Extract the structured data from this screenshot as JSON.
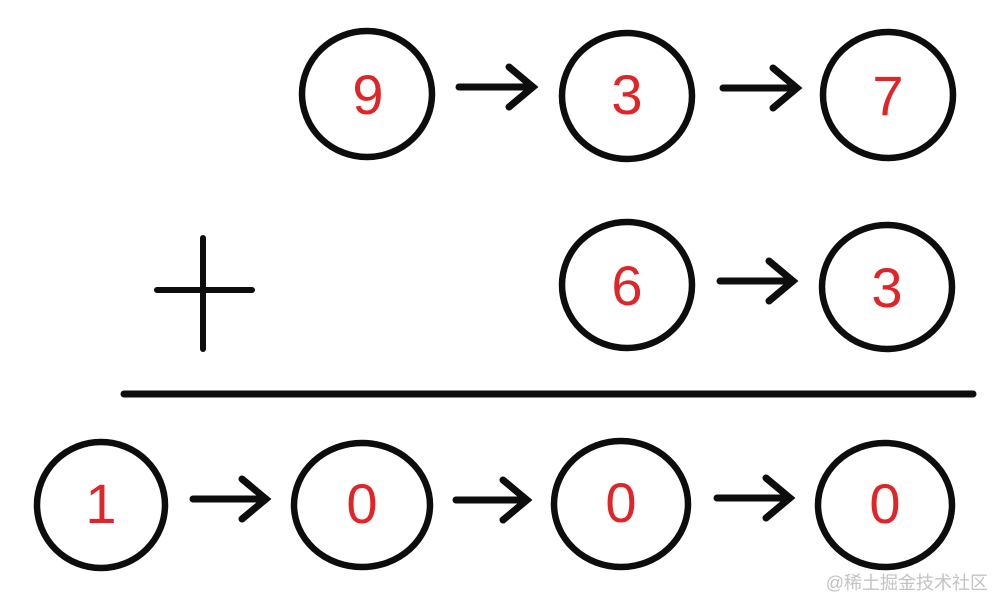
{
  "diagram": {
    "rows": [
      {
        "name": "addend-1",
        "nodes": [
          "9",
          "3",
          "7"
        ]
      },
      {
        "name": "addend-2",
        "nodes": [
          "6",
          "3"
        ]
      },
      {
        "name": "sum",
        "nodes": [
          "1",
          "0",
          "0",
          "0"
        ]
      }
    ],
    "operator_symbol": "+"
  },
  "colors": {
    "ink": "#0d0d0d",
    "digit": "#e02428",
    "watermark": "#c3c3c3"
  },
  "watermark": {
    "text": "@稀土掘金技术社区"
  }
}
